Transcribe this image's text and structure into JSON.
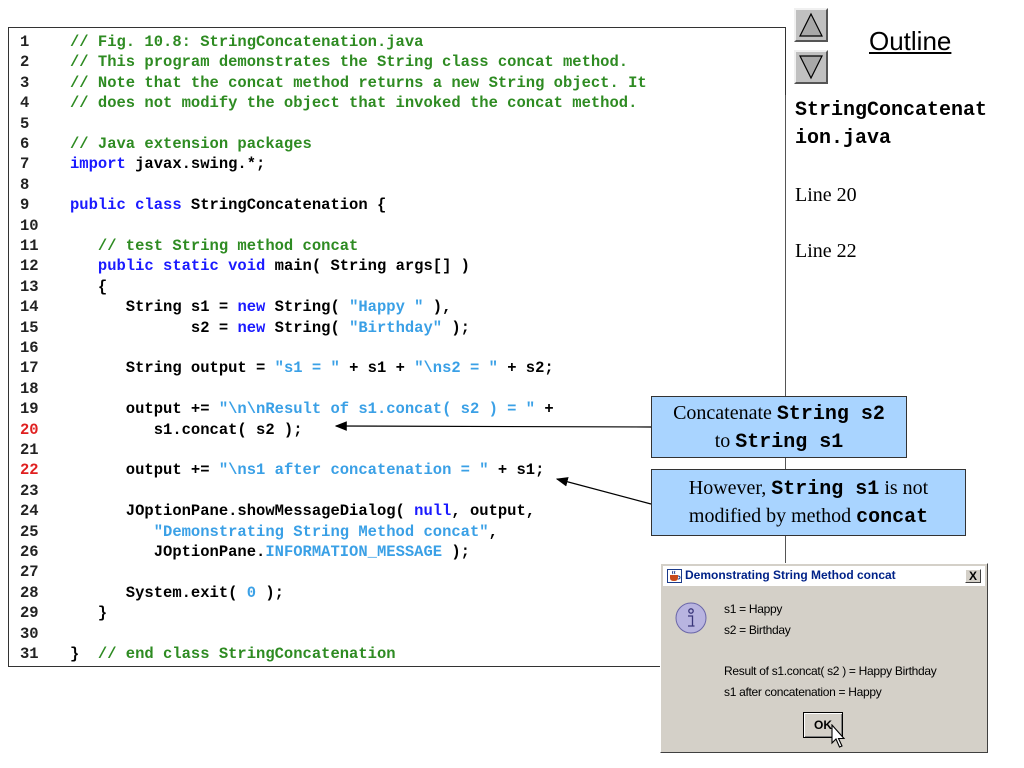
{
  "code": {
    "lines": [
      {
        "n": "1",
        "hl": false,
        "tokens": [
          [
            "c",
            "// Fig. 10.8: StringConcatenation.java"
          ]
        ]
      },
      {
        "n": "2",
        "hl": false,
        "tokens": [
          [
            "c",
            "// This program demonstrates the String class concat method."
          ]
        ]
      },
      {
        "n": "3",
        "hl": false,
        "tokens": [
          [
            "c",
            "// Note that the concat method returns a new String object. It"
          ]
        ]
      },
      {
        "n": "4",
        "hl": false,
        "tokens": [
          [
            "c",
            "// does not modify the object that invoked the concat method."
          ]
        ]
      },
      {
        "n": "5",
        "hl": false,
        "tokens": []
      },
      {
        "n": "6",
        "hl": false,
        "tokens": [
          [
            "c",
            "// Java extension packages"
          ]
        ]
      },
      {
        "n": "7",
        "hl": false,
        "tokens": [
          [
            "k",
            "import"
          ],
          [
            "p",
            " javax.swing.*;"
          ]
        ]
      },
      {
        "n": "8",
        "hl": false,
        "tokens": []
      },
      {
        "n": "9",
        "hl": false,
        "tokens": [
          [
            "k",
            "public class"
          ],
          [
            "p",
            " StringConcatenation {"
          ]
        ]
      },
      {
        "n": "10",
        "hl": false,
        "tokens": []
      },
      {
        "n": "11",
        "hl": false,
        "tokens": [
          [
            "p",
            "   "
          ],
          [
            "c",
            "// test String method concat"
          ]
        ]
      },
      {
        "n": "12",
        "hl": false,
        "tokens": [
          [
            "p",
            "   "
          ],
          [
            "k",
            "public static void"
          ],
          [
            "p",
            " main( String args[] )"
          ]
        ]
      },
      {
        "n": "13",
        "hl": false,
        "tokens": [
          [
            "p",
            "   {"
          ]
        ]
      },
      {
        "n": "14",
        "hl": false,
        "tokens": [
          [
            "p",
            "      String s1 = "
          ],
          [
            "k",
            "new"
          ],
          [
            "p",
            " String( "
          ],
          [
            "s",
            "\"Happy \""
          ],
          [
            "p",
            " ),"
          ]
        ]
      },
      {
        "n": "15",
        "hl": false,
        "tokens": [
          [
            "p",
            "             s2 = "
          ],
          [
            "k",
            "new"
          ],
          [
            "p",
            " String( "
          ],
          [
            "s",
            "\"Birthday\""
          ],
          [
            "p",
            " );"
          ]
        ]
      },
      {
        "n": "16",
        "hl": false,
        "tokens": []
      },
      {
        "n": "17",
        "hl": false,
        "tokens": [
          [
            "p",
            "      String output = "
          ],
          [
            "s",
            "\"s1 = \""
          ],
          [
            "p",
            " + s1 + "
          ],
          [
            "s",
            "\"\\ns2 = \""
          ],
          [
            "p",
            " + s2;"
          ]
        ]
      },
      {
        "n": "18",
        "hl": false,
        "tokens": []
      },
      {
        "n": "19",
        "hl": false,
        "tokens": [
          [
            "p",
            "      output += "
          ],
          [
            "s",
            "\"\\n\\nResult of s1.concat( s2 ) = \""
          ],
          [
            "p",
            " +"
          ]
        ]
      },
      {
        "n": "20",
        "hl": true,
        "tokens": [
          [
            "p",
            "         s1.concat( s2 );"
          ]
        ]
      },
      {
        "n": "21",
        "hl": false,
        "tokens": []
      },
      {
        "n": "22",
        "hl": true,
        "tokens": [
          [
            "p",
            "      output += "
          ],
          [
            "s",
            "\"\\ns1 after concatenation = \""
          ],
          [
            "p",
            " + s1;"
          ]
        ]
      },
      {
        "n": "23",
        "hl": false,
        "tokens": []
      },
      {
        "n": "24",
        "hl": false,
        "tokens": [
          [
            "p",
            "      JOptionPane.showMessageDialog( "
          ],
          [
            "k",
            "null"
          ],
          [
            "p",
            ", output,"
          ]
        ]
      },
      {
        "n": "25",
        "hl": false,
        "tokens": [
          [
            "p",
            "         "
          ],
          [
            "s",
            "\"Demonstrating String Method concat\""
          ],
          [
            "p",
            ","
          ]
        ]
      },
      {
        "n": "26",
        "hl": false,
        "tokens": [
          [
            "p",
            "         JOptionPane."
          ],
          [
            "s",
            "INFORMATION_MESSAGE"
          ],
          [
            "p",
            " );"
          ]
        ]
      },
      {
        "n": "27",
        "hl": false,
        "tokens": []
      },
      {
        "n": "28",
        "hl": false,
        "tokens": [
          [
            "p",
            "      System.exit( "
          ],
          [
            "s",
            "0"
          ],
          [
            "p",
            " );"
          ]
        ]
      },
      {
        "n": "29",
        "hl": false,
        "tokens": [
          [
            "p",
            "   }"
          ]
        ]
      },
      {
        "n": "30",
        "hl": false,
        "tokens": []
      },
      {
        "n": "31",
        "hl": false,
        "tokens": [
          [
            "p",
            "}  "
          ],
          [
            "c",
            "// end class StringConcatenation"
          ]
        ]
      }
    ]
  },
  "outline": {
    "title": "Outline",
    "filename_line1": "StringConcatenat",
    "filename_line2": "ion.java",
    "refs": [
      "Line 20",
      "Line 22"
    ]
  },
  "callouts": {
    "first": {
      "t1": "Concatenate ",
      "m1": "String s2",
      "t2": "to ",
      "m2": "String s1"
    },
    "second": {
      "t1": "However, ",
      "m1": "String s1",
      "t2": " is not",
      "t3": "modified by method ",
      "m2": "concat"
    }
  },
  "dialog": {
    "title": "Demonstrating String Method concat",
    "close": "X",
    "lines": [
      "s1 = Happy",
      "s2 = Birthday",
      "",
      "Result of s1.concat( s2 ) = Happy Birthday",
      "s1 after concatenation = Happy"
    ],
    "ok": "OK"
  },
  "colors": {
    "comment": "#2e8b22",
    "keyword": "#1a1aff",
    "string": "#3aa0e6",
    "highlight_line": "#e02020",
    "callout_bg": "#a9d4ff",
    "dialog_bg": "#d4d0c8"
  },
  "icons": {
    "nav_up": "triangle-up-icon",
    "nav_down": "triangle-down-icon",
    "dialog_title": "java-cup-icon",
    "dialog_info": "info-icon",
    "pointer": "mouse-cursor-icon"
  }
}
